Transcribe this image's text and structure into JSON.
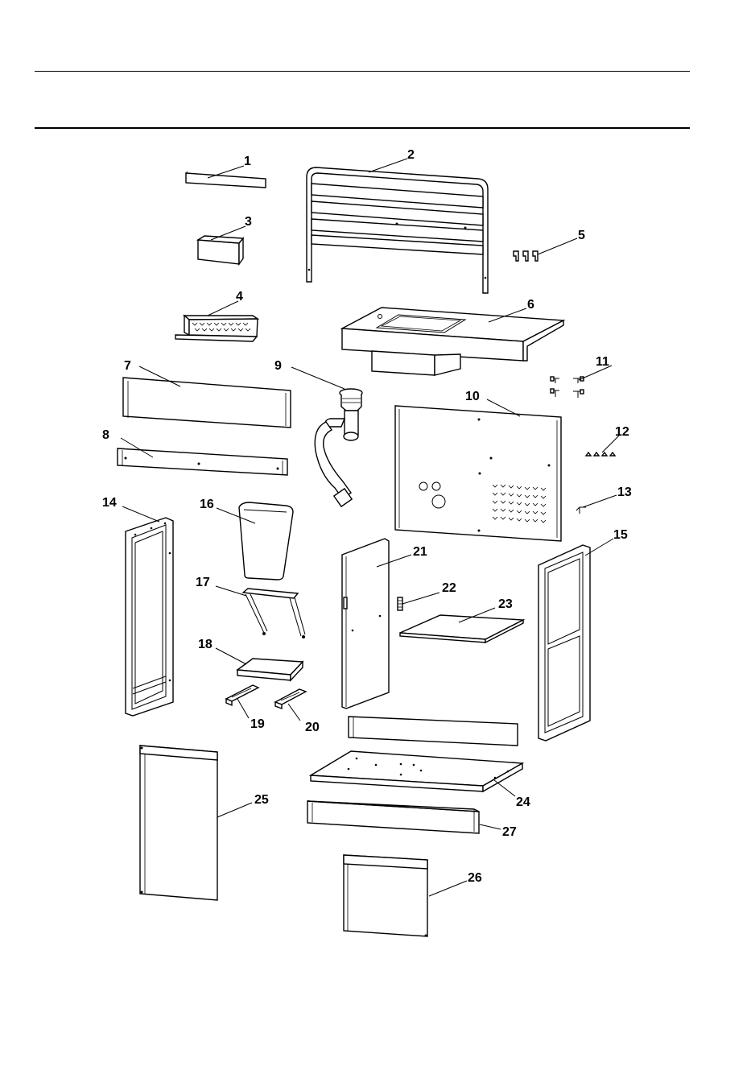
{
  "diagram": {
    "parts": [
      {
        "number": "1"
      },
      {
        "number": "2"
      },
      {
        "number": "3"
      },
      {
        "number": "4"
      },
      {
        "number": "5"
      },
      {
        "number": "6"
      },
      {
        "number": "7"
      },
      {
        "number": "8"
      },
      {
        "number": "9"
      },
      {
        "number": "10"
      },
      {
        "number": "11"
      },
      {
        "number": "12"
      },
      {
        "number": "13"
      },
      {
        "number": "14"
      },
      {
        "number": "15"
      },
      {
        "number": "16"
      },
      {
        "number": "17"
      },
      {
        "number": "18"
      },
      {
        "number": "19"
      },
      {
        "number": "20"
      },
      {
        "number": "21"
      },
      {
        "number": "22"
      },
      {
        "number": "23"
      },
      {
        "number": "24"
      },
      {
        "number": "25"
      },
      {
        "number": "26"
      },
      {
        "number": "27"
      }
    ]
  }
}
